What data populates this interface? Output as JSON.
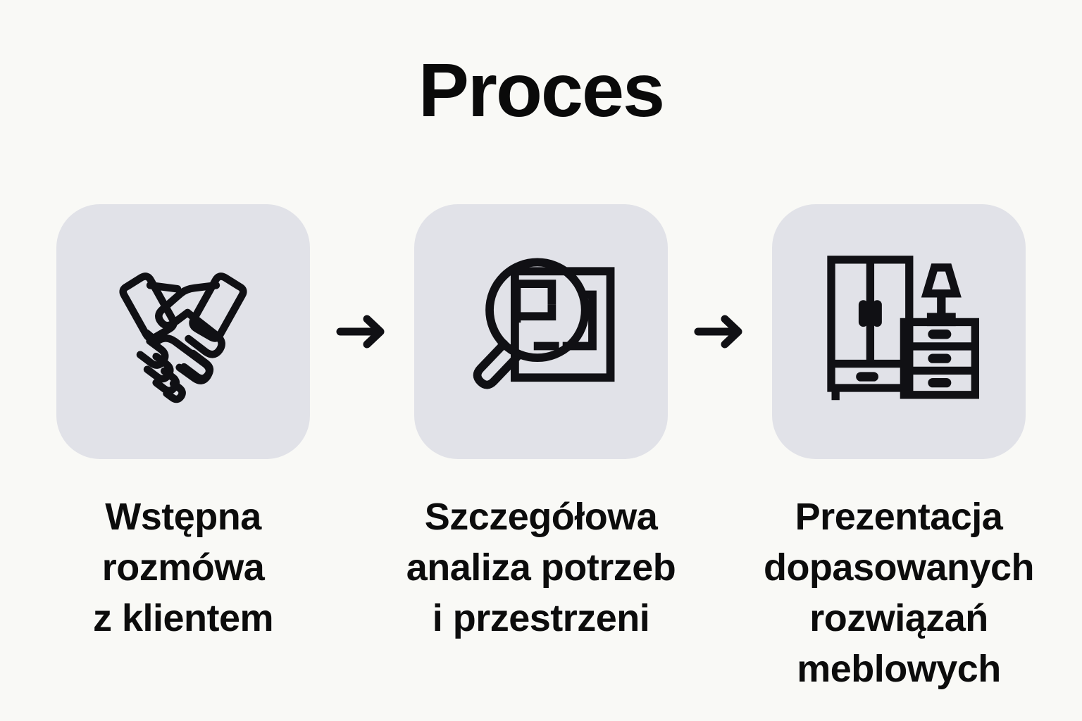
{
  "page": {
    "title": "Proces",
    "background_color": "#f9f9f6",
    "tile_color": "#e1e2e8",
    "ink_color": "#0d0d0d"
  },
  "steps": [
    {
      "index": "1",
      "icon": "handshake-icon",
      "icon_label": "handshake",
      "caption": "Wstępna\nrozmówa\nz klientem"
    },
    {
      "index": "2",
      "icon": "magnifier-floorplan-icon",
      "icon_label": "magnifying glass over floor plan",
      "caption": "Szczegółowa\nanaliza potrzeb\ni przestrzeni"
    },
    {
      "index": "3",
      "icon": "furniture-wardrobe-dresser-lamp-icon",
      "icon_label": "wardrobe, dresser and lamp",
      "caption": "Prezentacja\ndopasowanych\nrozwiązań\nmeblowych"
    }
  ],
  "connectors": [
    {
      "name": "arrow-right-icon",
      "symbol": "→"
    },
    {
      "name": "arrow-right-icon",
      "symbol": "→"
    }
  ]
}
